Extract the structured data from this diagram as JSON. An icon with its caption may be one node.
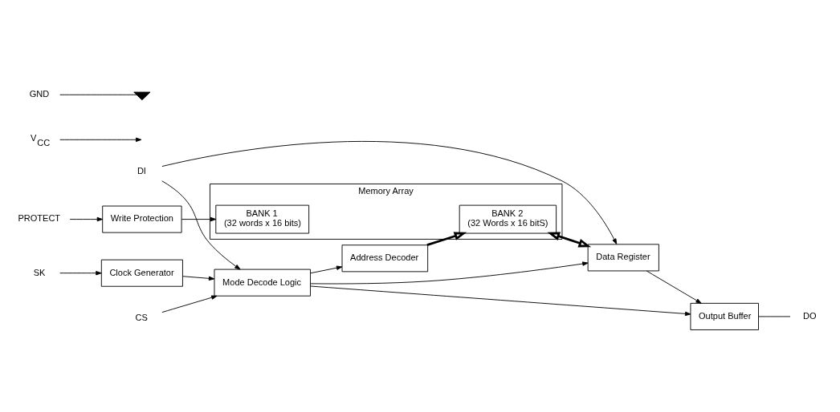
{
  "diagram": {
    "nodes": [
      {
        "text": [
          "Memory Array"
        ]
      },
      {
        "text": [
          "BANK 1",
          "(32 words x 16 bits)"
        ],
        "in": 0
      },
      {
        "text": [
          "BANK 2",
          "(32 Words x 16 bitS)"
        ],
        "in": 0
      },
      {
        "text": [
          "PROTECT"
        ]
      },
      {
        "text": [
          "Write Protection"
        ]
      },
      {
        "text": [
          "Address Decoder"
        ]
      },
      {
        "text": [
          "V$_{CC}$"
        ]
      },
      {
        "text": [
          "GND"
        ]
      },
      {
        "text": [],
        "shape": "ground"
      },
      {
        "text": [
          "Data Register"
        ]
      },
      {
        "text": [
          "Output Buffer"
        ]
      },
      {
        "text": [
          "DO"
        ]
      },
      {
        "text": [
          "DI"
        ]
      },
      {
        "text": [
          "Mode Decode Logic"
        ]
      },
      {
        "text": [
          "CS"
        ]
      },
      {
        "text": [
          "SK"
        ]
      },
      {
        "text": [
          "Clock Generator"
        ]
      }
    ],
    "edges": [
      {
        "from": 3,
        "to": 4,
        "arrow": "to"
      },
      {
        "from": 4,
        "to": 1,
        "arrow": "to"
      },
      {
        "from": 5,
        "to": 2,
        "arrow": "to",
        "style": "thick"
      },
      {
        "from": 6,
        "to": null,
        "arrow": "to"
      },
      {
        "from": 7,
        "to": 8,
        "arrow": "none"
      },
      {
        "from": 2,
        "to": 9,
        "arrow": "both",
        "style": "thick"
      },
      {
        "from": 9,
        "to": 10,
        "arrow": "to"
      },
      {
        "from": 10,
        "to": 11,
        "arrow": "none"
      },
      {
        "from": 12,
        "to": 9,
        "arrow": "to"
      },
      {
        "from": 12,
        "to": 13,
        "arrow": "to"
      },
      {
        "from": 13,
        "to": 9,
        "arrow": "to"
      },
      {
        "from": 13,
        "to": 5,
        "arrow": "to"
      },
      {
        "from": 13,
        "to": 10,
        "arrow": "to"
      },
      {
        "from": 14,
        "to": 13,
        "arrow": "to"
      },
      {
        "from": 15,
        "to": 16,
        "arrow": "to"
      },
      {
        "from": 16,
        "to": 13,
        "arrow": "to"
      }
    ]
  }
}
